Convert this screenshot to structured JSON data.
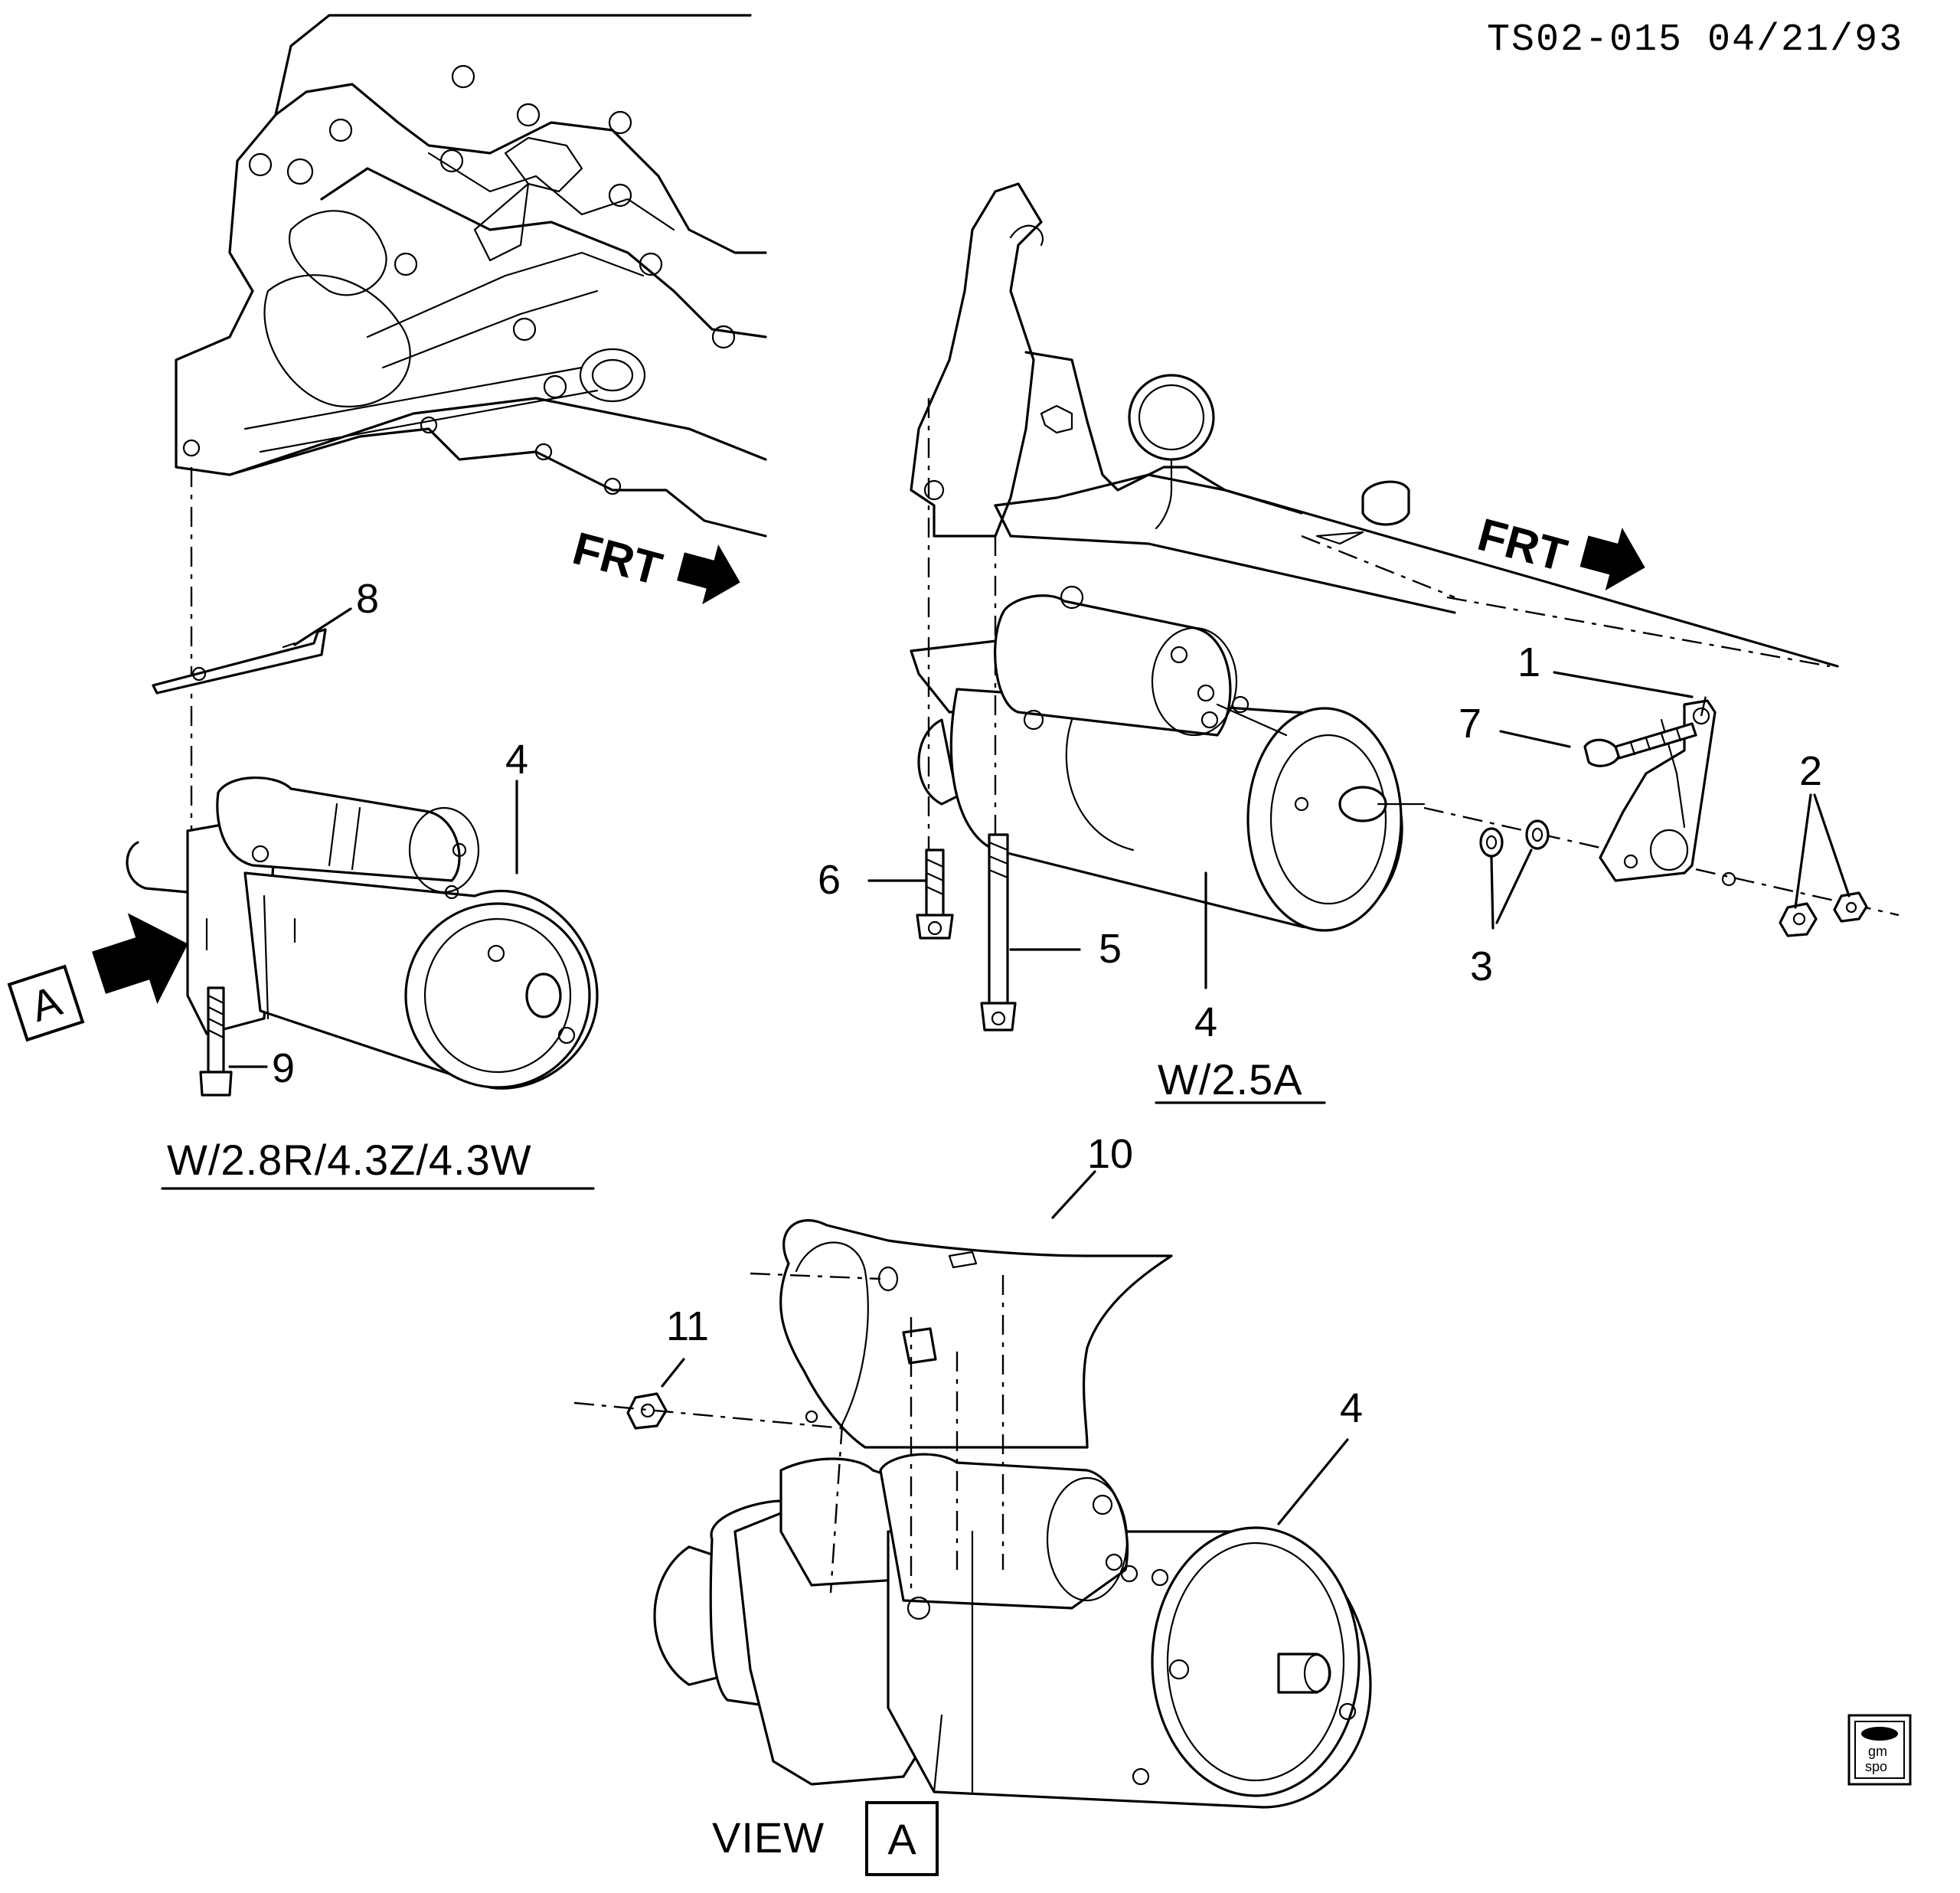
{
  "doc_id": "TS02-015 04/21/93",
  "direction_label": "FRT",
  "view_box_letter": "A",
  "view_caption": "VIEW",
  "captions": {
    "left": "W/2.8R/4.3Z/4.3W",
    "right": "W/2.5A"
  },
  "callouts": {
    "c1": "1",
    "c2": "2",
    "c3": "3",
    "c4_left": "4",
    "c4_right": "4",
    "c4_bottom": "4",
    "c5": "5",
    "c6": "6",
    "c7": "7",
    "c8": "8",
    "c9": "9",
    "c10": "10",
    "c11": "11"
  },
  "logo": {
    "line1": "gm",
    "line2": "spo"
  }
}
